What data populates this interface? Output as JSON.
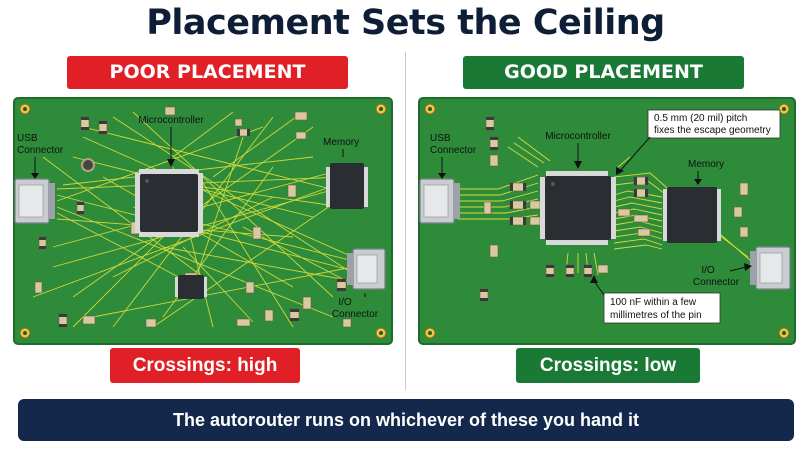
{
  "title": "Placement Sets the Ceiling",
  "left": {
    "heading": "POOR PLACEMENT",
    "labels": {
      "usb_line1": "USB",
      "usb_line2": "Connector",
      "mcu": "Microcontroller",
      "memory": "Memory",
      "io_line1": "I/O",
      "io_line2": "Connector"
    },
    "result": "Crossings: high",
    "heading_color": "#e02026"
  },
  "right": {
    "heading": "GOOD PLACEMENT",
    "labels": {
      "usb_line1": "USB",
      "usb_line2": "Connector",
      "mcu": "Microcontroller",
      "memory": "Memory",
      "io_line1": "I/O",
      "io_line2": "Connector"
    },
    "callout_pitch_line1": "0.5 mm  (20 mil) pitch",
    "callout_pitch_line2": "fixes the escape geometry",
    "callout_cap_line1": "100 nF within a few",
    "callout_cap_line2": "millimetres of the pin",
    "result": "Crossings: low",
    "heading_color": "#1a7a35"
  },
  "footer": "The autorouter runs on whichever of these you hand it",
  "colors": {
    "pcb": "#2e8b3a",
    "trace": "#d8dc3a",
    "chip": "#2a2e33",
    "footer": "#13284a"
  }
}
